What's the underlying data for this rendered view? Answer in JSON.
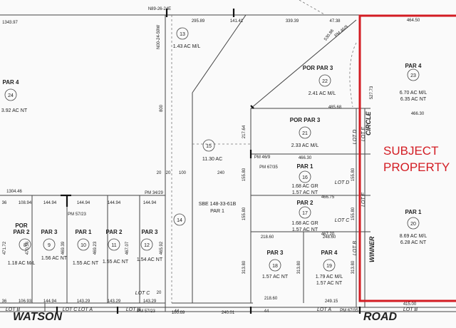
{
  "subject": {
    "line1": "SUBJECT",
    "line2": "PROPERTY",
    "color": "#d31c23"
  },
  "roads": {
    "watson": "WATSON",
    "road": "ROAD",
    "circle": "CIRCLE",
    "winner": "WINNER"
  },
  "lots": {
    "13": {
      "number": "13",
      "acres": "1.43 AC M/L"
    },
    "24": {
      "number": "24",
      "label": "PAR 4",
      "acres": "3.92 AC NT"
    },
    "22": {
      "number": "22",
      "label": "POR PAR 3",
      "acres": "2.41 AC M/L"
    },
    "23": {
      "number": "23",
      "label": "PAR 4",
      "acres": "6.70 AC M/L",
      "acres2": "6.35 AC NT"
    },
    "21": {
      "number": "21",
      "label": "POR PAR 3",
      "acres": "2.33 AC M/L"
    },
    "15": {
      "number": "15",
      "acres": "11.30 AC"
    },
    "16": {
      "number": "16",
      "label": "PAR 1",
      "acres": "1.68 AC GR",
      "acres2": "1.57 AC NT"
    },
    "14": {
      "number": "14"
    },
    "17": {
      "number": "17",
      "label": "PAR 2",
      "acres": "1.68 AC GR",
      "acres2": "1.57 AC NT"
    },
    "20": {
      "number": "20",
      "label": "PAR 1",
      "acres": "8.69 AC M/L",
      "acres2": "6.28 AC NT"
    },
    "8": {
      "number": "8",
      "label": "POR",
      "label2": "PAR 2",
      "acres": "1.18 AC M/L"
    },
    "9": {
      "number": "9",
      "label": "PAR 3",
      "acres": "1.56 AC NT"
    },
    "10": {
      "number": "10",
      "label": "PAR 1",
      "acres": "1.55 AC NT"
    },
    "11": {
      "number": "11",
      "label": "PAR 2",
      "acres": "1.55 AC NT"
    },
    "12": {
      "number": "12",
      "label": "PAR 3",
      "acres": "1.54 AC NT"
    },
    "18": {
      "number": "18",
      "label": "PAR 3",
      "acres": "1.57 AC NT"
    },
    "19": {
      "number": "19",
      "label": "PAR 4",
      "acres": "1.79 AC M/L",
      "acres2": "1.57 AC NT"
    }
  },
  "notes": {
    "sbe": "SBE 148-33-61B",
    "sbe_par": "PAR 1"
  },
  "lot_letters": {
    "a": "LOT A",
    "b": "LOT B",
    "c": "LOT C",
    "d": "LOT D",
    "d_vert": "LOT D",
    "e": "LOT E",
    "f": "LOT F",
    "b_vert": "LOT B"
  },
  "dims": {
    "bearing_top": "N89-26-24E",
    "bearing_vert": "N00-24-59W",
    "top1": "295.89",
    "top2": "141.41",
    "top3": "339.39",
    "top4": "47.38",
    "top5": "464.50",
    "top_left": "1343.97",
    "par21_top": "485.68",
    "par21_bottom": "466.30",
    "par16_bottom": "466.75",
    "par17_bottom": "467.20",
    "par18_top": "218.60",
    "par19_top": "248.60",
    "par18_bottom": "218.60",
    "par19_bottom": "249.15",
    "par20_bottom": "415.00",
    "par23_bottom": "466.30",
    "lot15_a": "100",
    "lot15_b": "20",
    "lot15_c": "240",
    "lot_side_20b": "20",
    "bottom_a": "100.69",
    "bottom_b": "240.01",
    "left_row": "1304.46",
    "lot8_top": "108.94",
    "lot9_top": "144.94",
    "lot10_top": "144.94",
    "lot11_top": "144.94",
    "lot12_top": "144.94",
    "lot8_bottom": "106.93",
    "lot9_bottom": "144.94",
    "lot10_bottom": "143.29",
    "lot11_bottom": "143.29",
    "lot12_bottom": "143.29",
    "left_36": "36",
    "pm_34_29": "PM 34/29",
    "pm_57_23": "PM 57/23",
    "pm_46_9": "PM 46/9",
    "pm_67_35": "PM 67/35",
    "edge_44": "44",
    "vert_800": "800",
    "vert_217": "217.64",
    "vert_155a": "155.80",
    "vert_155b": "155.80",
    "vert_313a": "313.80",
    "vert_313b": "313.80",
    "vert_313c": "313.80",
    "vert_471": "471.72",
    "vert_470": "470.56",
    "vert_469": "469.39",
    "vert_468": "469.23",
    "vert_467": "467.07",
    "vert_465": "465.92",
    "vert_ne": "527.73",
    "diag_530": "530.86"
  }
}
